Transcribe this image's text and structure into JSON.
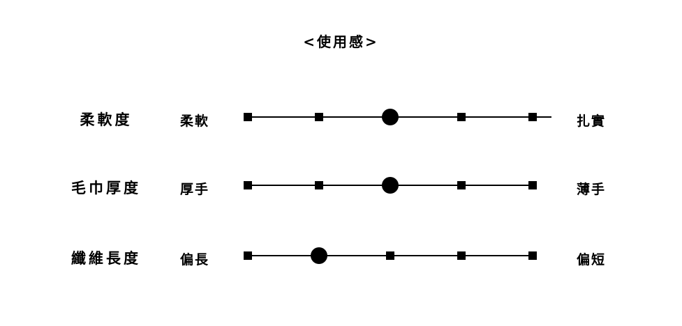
{
  "title": "<使用感>",
  "rows": [
    {
      "label": "柔軟度",
      "left": "柔軟",
      "right": "扎實",
      "selected": 2,
      "points": 5
    },
    {
      "label": "毛巾厚度",
      "left": "厚手",
      "right": "薄手",
      "selected": 2,
      "points": 5
    },
    {
      "label": "纖維長度",
      "left": "偏長",
      "right": "偏短",
      "selected": 1,
      "points": 5
    }
  ]
}
